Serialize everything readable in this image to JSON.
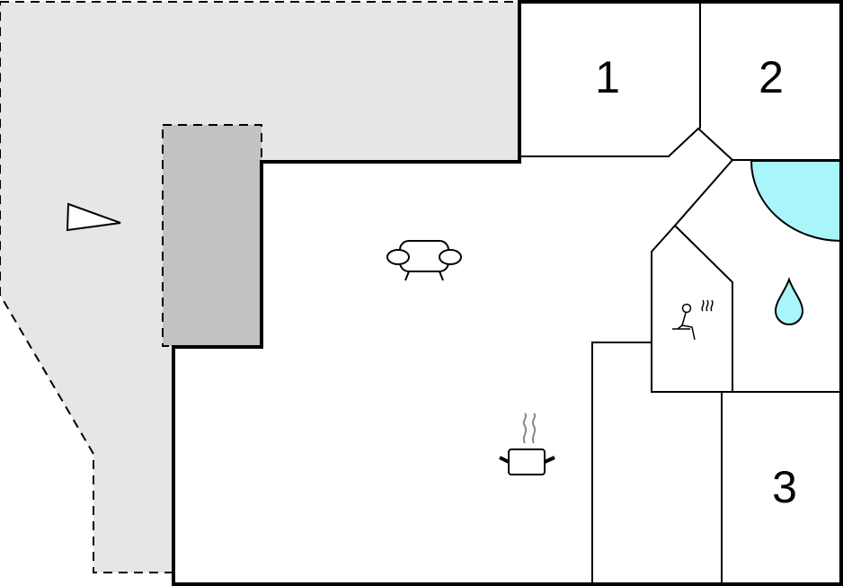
{
  "floor_plan": {
    "rooms": [
      {
        "id": "room-1",
        "label": "1"
      },
      {
        "id": "room-2",
        "label": "2"
      },
      {
        "id": "room-3",
        "label": "3"
      }
    ],
    "icons": {
      "compass": "compass-arrow-icon",
      "living": "sofa-icon",
      "kitchen": "cooking-pot-icon",
      "sauna": "sauna-icon",
      "bathroom": "water-drop-icon"
    },
    "colors": {
      "terrace": "#e6e6e6",
      "covered_terrace": "#c2c2c2",
      "water": "#a9f6fa",
      "wall": "#000000"
    }
  }
}
